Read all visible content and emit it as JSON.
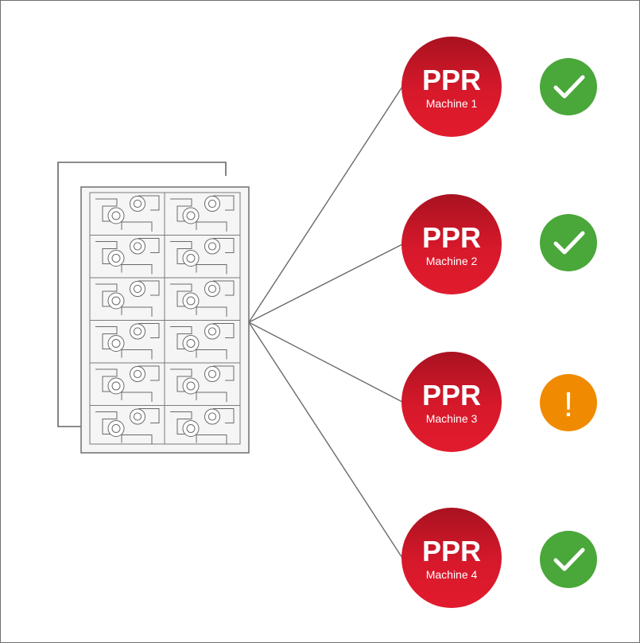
{
  "colors": {
    "machine_red": "#d7192b",
    "machine_red_dark": "#a91220",
    "status_ok": "#4aa73a",
    "status_warning": "#f08a00",
    "line_color": "#6a6a6a",
    "board_fill": "#f5f5f5",
    "board_stroke": "#777777"
  },
  "machines": [
    {
      "title": "PPR",
      "label": "Machine 1",
      "status": "ok",
      "status_icon": "check-icon"
    },
    {
      "title": "PPR",
      "label": "Machine 2",
      "status": "ok",
      "status_icon": "check-icon"
    },
    {
      "title": "PPR",
      "label": "Machine 3",
      "status": "warning",
      "status_icon": "exclamation-icon",
      "status_text": "!"
    },
    {
      "title": "PPR",
      "label": "Machine 4",
      "status": "ok",
      "status_icon": "check-icon"
    }
  ]
}
